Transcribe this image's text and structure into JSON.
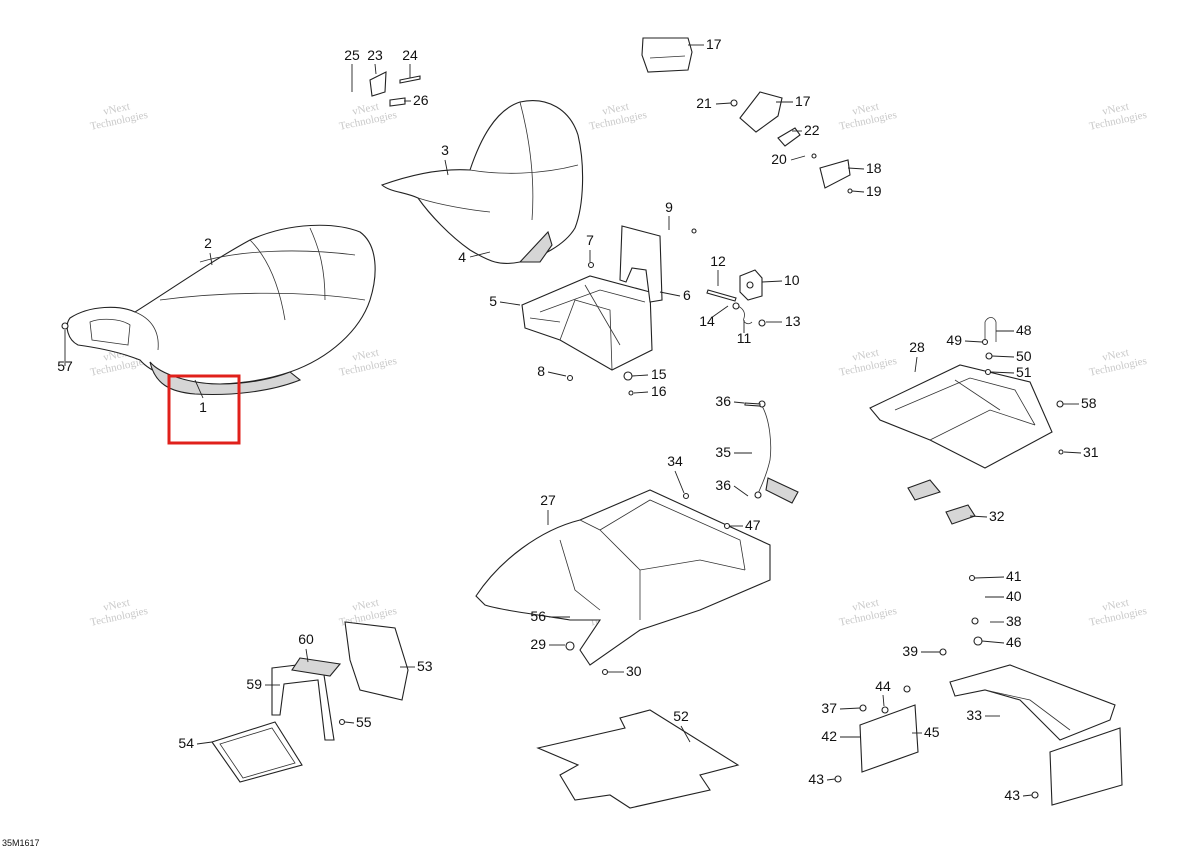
{
  "drawing_code": "35M1617",
  "watermark": {
    "line1": "vNext",
    "line2": "Technologies"
  },
  "highlight_color": "#e0201b",
  "highlighted_callout": "1",
  "callouts": [
    {
      "id": "c1",
      "label": "1"
    },
    {
      "id": "c2",
      "label": "2"
    },
    {
      "id": "c3",
      "label": "3"
    },
    {
      "id": "c4",
      "label": "4"
    },
    {
      "id": "c5",
      "label": "5"
    },
    {
      "id": "c6",
      "label": "6"
    },
    {
      "id": "c7",
      "label": "7"
    },
    {
      "id": "c8",
      "label": "8"
    },
    {
      "id": "c9",
      "label": "9"
    },
    {
      "id": "c10",
      "label": "10"
    },
    {
      "id": "c11",
      "label": "11"
    },
    {
      "id": "c12",
      "label": "12"
    },
    {
      "id": "c13",
      "label": "13"
    },
    {
      "id": "c14",
      "label": "14"
    },
    {
      "id": "c15",
      "label": "15"
    },
    {
      "id": "c16",
      "label": "16"
    },
    {
      "id": "c17a",
      "label": "17"
    },
    {
      "id": "c17b",
      "label": "17"
    },
    {
      "id": "c18",
      "label": "18"
    },
    {
      "id": "c19",
      "label": "19"
    },
    {
      "id": "c20",
      "label": "20"
    },
    {
      "id": "c21",
      "label": "21"
    },
    {
      "id": "c22",
      "label": "22"
    },
    {
      "id": "c23",
      "label": "23"
    },
    {
      "id": "c24",
      "label": "24"
    },
    {
      "id": "c25",
      "label": "25"
    },
    {
      "id": "c26",
      "label": "26"
    },
    {
      "id": "c27",
      "label": "27"
    },
    {
      "id": "c28",
      "label": "28"
    },
    {
      "id": "c29",
      "label": "29"
    },
    {
      "id": "c30",
      "label": "30"
    },
    {
      "id": "c31",
      "label": "31"
    },
    {
      "id": "c32",
      "label": "32"
    },
    {
      "id": "c33",
      "label": "33"
    },
    {
      "id": "c34",
      "label": "34"
    },
    {
      "id": "c35",
      "label": "35"
    },
    {
      "id": "c36a",
      "label": "36"
    },
    {
      "id": "c36b",
      "label": "36"
    },
    {
      "id": "c37",
      "label": "37"
    },
    {
      "id": "c38",
      "label": "38"
    },
    {
      "id": "c39",
      "label": "39"
    },
    {
      "id": "c40",
      "label": "40"
    },
    {
      "id": "c41",
      "label": "41"
    },
    {
      "id": "c42",
      "label": "42"
    },
    {
      "id": "c43a",
      "label": "43"
    },
    {
      "id": "c43b",
      "label": "43"
    },
    {
      "id": "c44",
      "label": "44"
    },
    {
      "id": "c45",
      "label": "45"
    },
    {
      "id": "c46",
      "label": "46"
    },
    {
      "id": "c47",
      "label": "47"
    },
    {
      "id": "c48",
      "label": "48"
    },
    {
      "id": "c49",
      "label": "49"
    },
    {
      "id": "c50",
      "label": "50"
    },
    {
      "id": "c51",
      "label": "51"
    },
    {
      "id": "c52",
      "label": "52"
    },
    {
      "id": "c53",
      "label": "53"
    },
    {
      "id": "c54",
      "label": "54"
    },
    {
      "id": "c55",
      "label": "55"
    },
    {
      "id": "c56",
      "label": "56"
    },
    {
      "id": "c57",
      "label": "57"
    },
    {
      "id": "c58",
      "label": "58"
    },
    {
      "id": "c59",
      "label": "59"
    },
    {
      "id": "c60",
      "label": "60"
    }
  ]
}
